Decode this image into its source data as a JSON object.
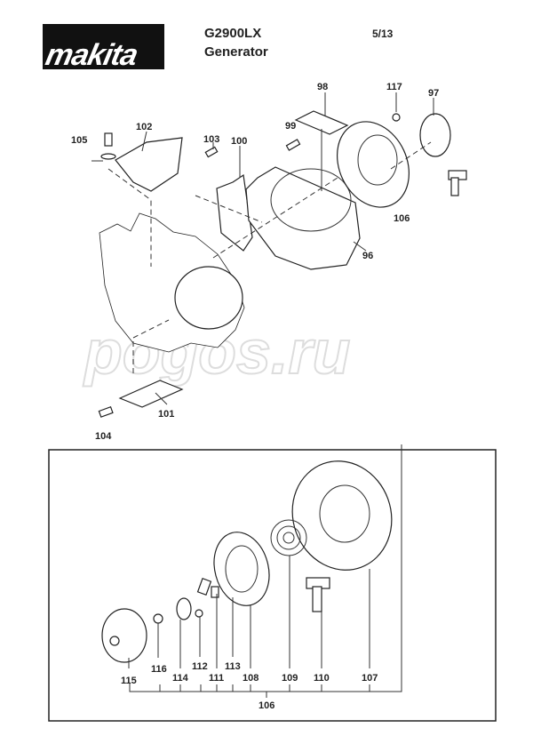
{
  "header": {
    "brand": "makita",
    "model": "G2900LX",
    "description": "Generator",
    "page": "5/13"
  },
  "watermark": "pogos.ru",
  "upper_diagram": {
    "labels": {
      "p96": "96",
      "p97": "97",
      "p98": "98",
      "p99": "99",
      "p100": "100",
      "p101": "101",
      "p102": "102",
      "p103": "103",
      "p104": "104",
      "p105": "105",
      "p106": "106",
      "p117": "117"
    }
  },
  "recoil_starter_detail": {
    "labels": {
      "p106": "106",
      "p107": "107",
      "p108": "108",
      "p109": "109",
      "p110": "110",
      "p111": "111",
      "p112": "112",
      "p113": "113",
      "p114": "114",
      "p115": "115",
      "p116": "116"
    }
  }
}
